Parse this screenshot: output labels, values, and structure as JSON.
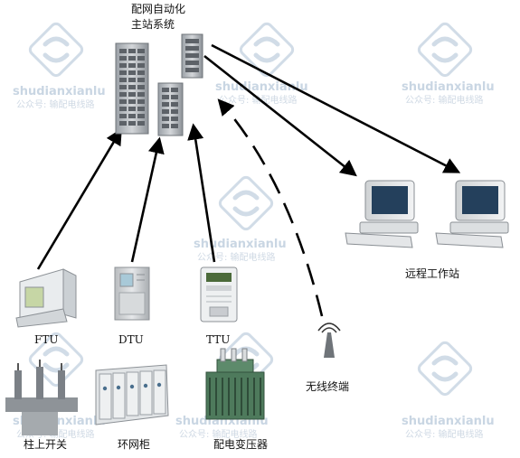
{
  "master_station": {
    "label_line1": "配网自动化",
    "label_line2": "主站系统"
  },
  "remote_workstation": {
    "label": "远程工作站"
  },
  "terminals": [
    {
      "id": "ftu",
      "label": "FTU"
    },
    {
      "id": "dtu",
      "label": "DTU"
    },
    {
      "id": "ttu",
      "label": "TTU"
    }
  ],
  "wireless_terminal": {
    "label": "无线终端"
  },
  "field_equipment": [
    {
      "id": "pole-switch",
      "label": "柱上开关"
    },
    {
      "id": "ring-main-unit",
      "label": "环网柜"
    },
    {
      "id": "distribution-transformer",
      "label": "配电变压器"
    }
  ],
  "watermark": {
    "brand": "shudianxianlu",
    "sub": "公众号: 输配电线路",
    "color": "#c9d6e3"
  }
}
